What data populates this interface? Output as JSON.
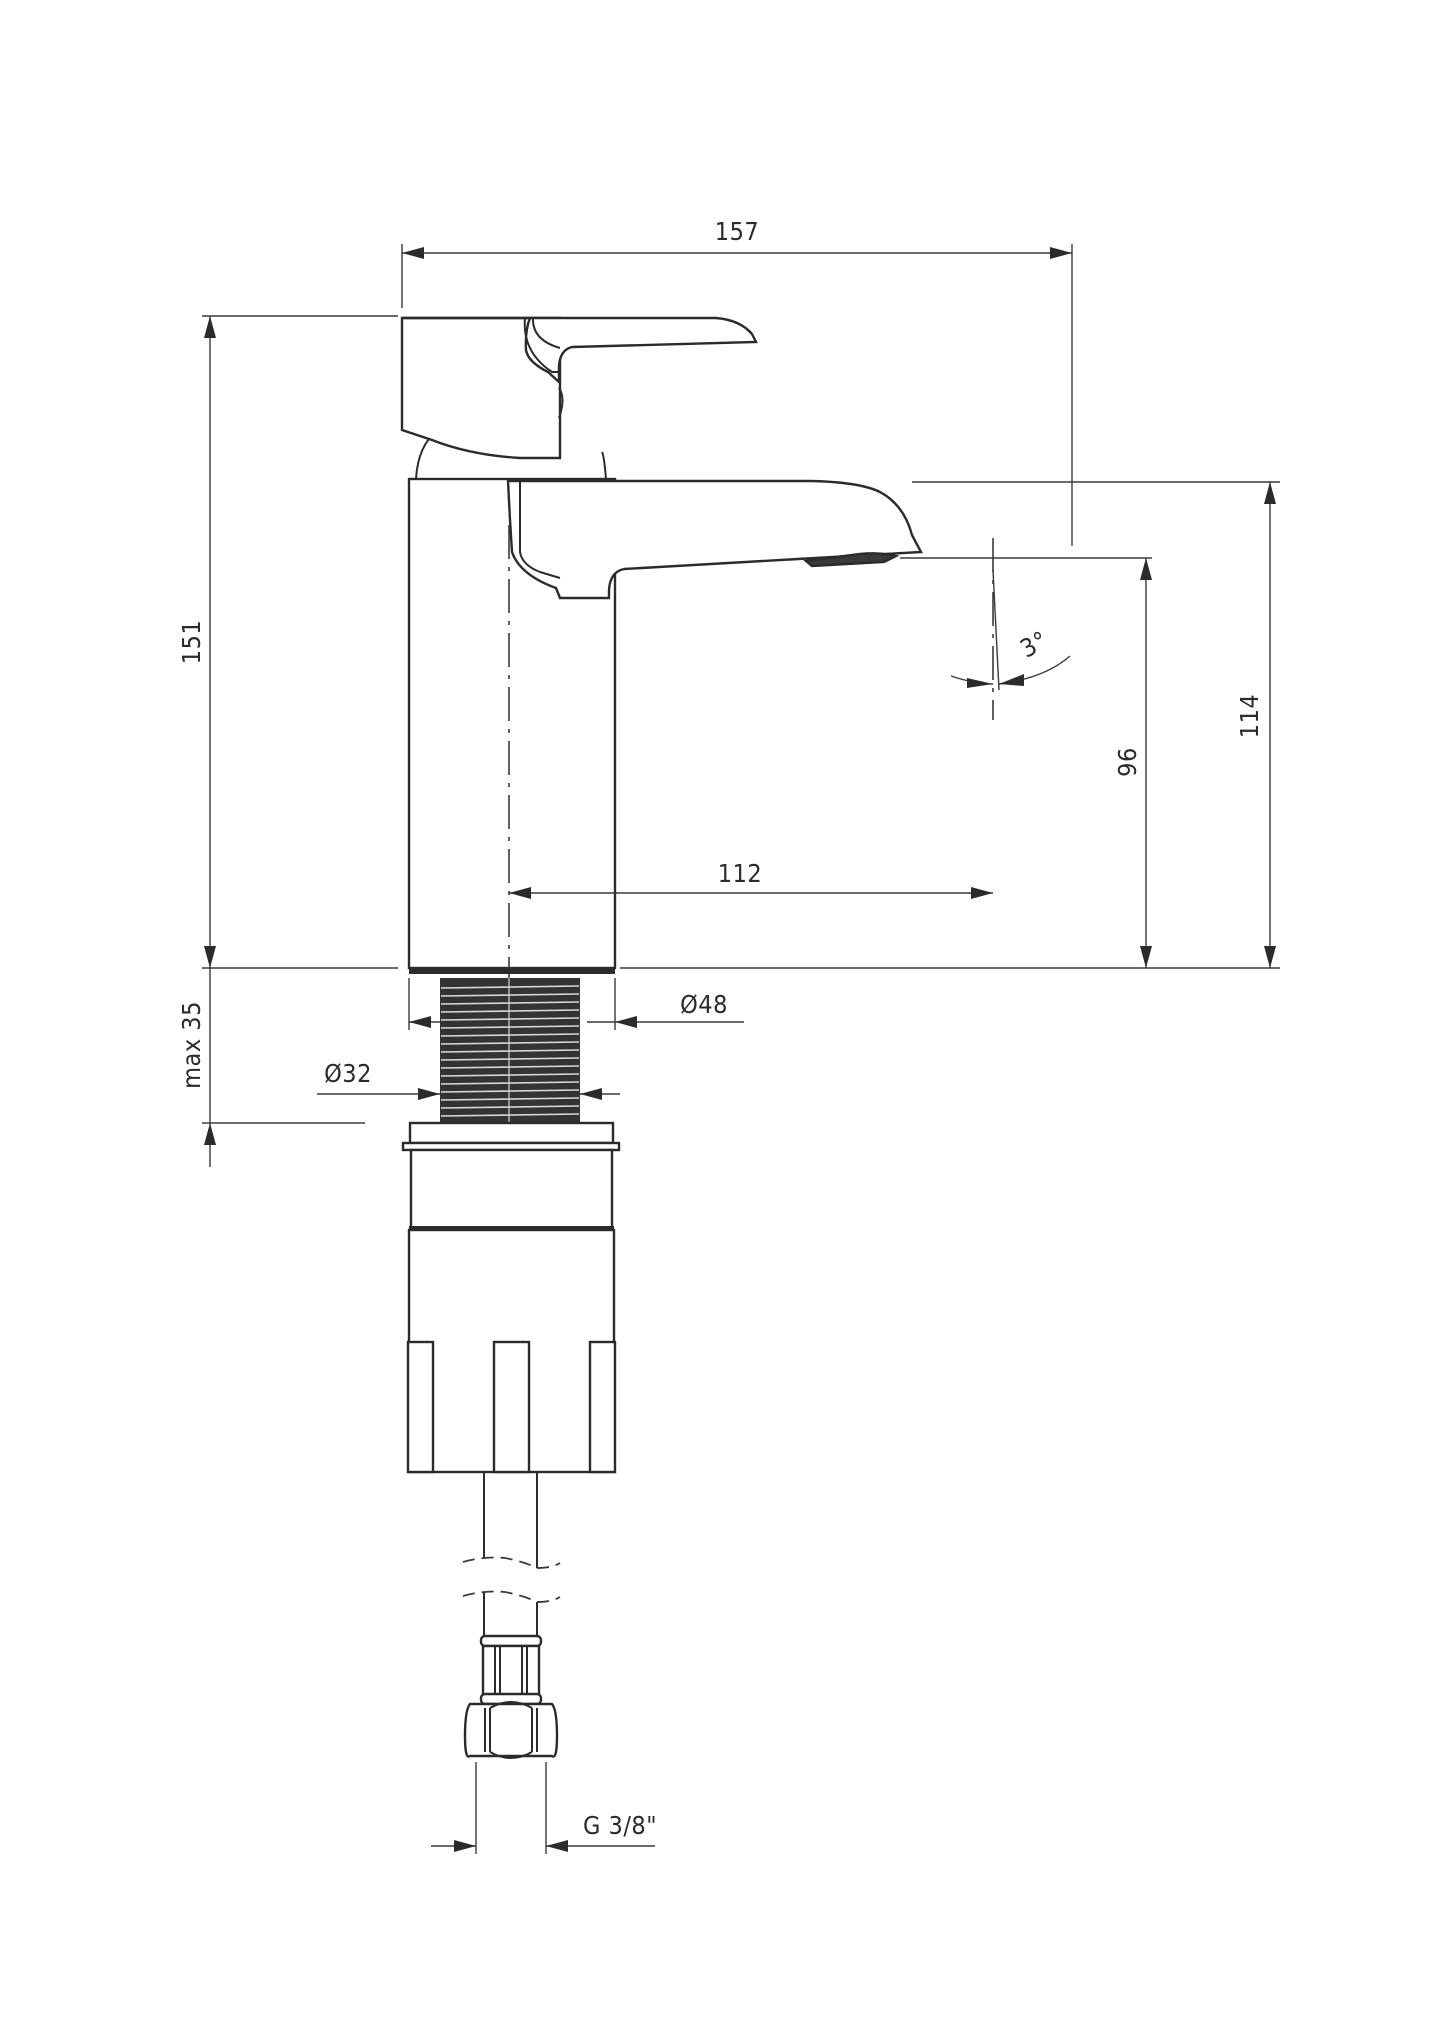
{
  "drawing": {
    "title": "Basin mixer faucet – dimensional side view",
    "units": "mm",
    "line_color": "#2b2b2b",
    "background": "#ffffff"
  },
  "dimensions": {
    "overall_width": {
      "label": "157",
      "value": 157,
      "orientation": "horizontal"
    },
    "overall_height": {
      "label": "151",
      "value": 151,
      "orientation": "vertical"
    },
    "spout_reach": {
      "label": "112",
      "value": 112,
      "orientation": "horizontal"
    },
    "spout_outlet_height": {
      "label": "96",
      "value": 96,
      "orientation": "vertical"
    },
    "spout_top_height": {
      "label": "114",
      "value": 114,
      "orientation": "vertical"
    },
    "outlet_angle": {
      "label": "3°",
      "value": 3,
      "unit": "deg"
    },
    "body_diameter": {
      "label": "Ø48",
      "value": 48
    },
    "thread_diameter": {
      "label": "Ø32",
      "value": 32
    },
    "max_countertop_thickness": {
      "label": "max 35",
      "value": 35
    },
    "hose_connection": {
      "label": "G 3/8\"",
      "value": "3/8\""
    }
  },
  "components": [
    {
      "name": "lever-handle"
    },
    {
      "name": "cartridge-cap"
    },
    {
      "name": "faucet-body"
    },
    {
      "name": "spout"
    },
    {
      "name": "aerator"
    },
    {
      "name": "threaded-shank"
    },
    {
      "name": "mounting-nut"
    },
    {
      "name": "flexible-hose"
    },
    {
      "name": "hose-nut"
    }
  ]
}
